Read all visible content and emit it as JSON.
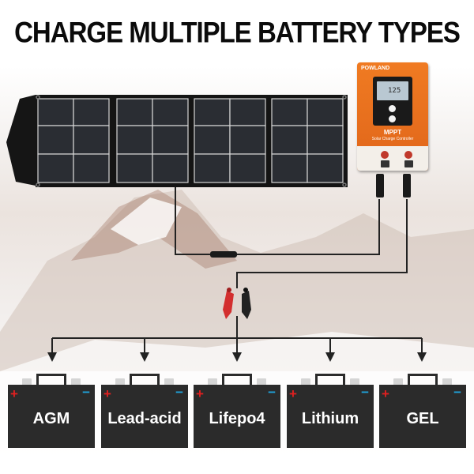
{
  "headline": "CHARGE MULTIPLE BATTERY TYPES",
  "controller": {
    "brand": "POWLAND",
    "display_value": "125",
    "model": "MPPT",
    "subtitle": "Solar Charge Controller",
    "color": "#e86c1e"
  },
  "batteries": [
    {
      "label": "AGM"
    },
    {
      "label": "Lead-acid"
    },
    {
      "label": "Lifepo4"
    },
    {
      "label": "Lithium"
    },
    {
      "label": "GEL"
    }
  ],
  "battery_symbols": {
    "positive": "+",
    "negative": "−"
  },
  "colors": {
    "positive": "#e02020",
    "negative": "#20a0d8",
    "battery": "#2b2b2b",
    "clip_red": "#d32f2f",
    "clip_black": "#222222"
  },
  "icons": [
    "solar-panel-icon",
    "charge-controller-icon",
    "alligator-clip-icon",
    "arrow-down-icon",
    "battery-icon"
  ]
}
